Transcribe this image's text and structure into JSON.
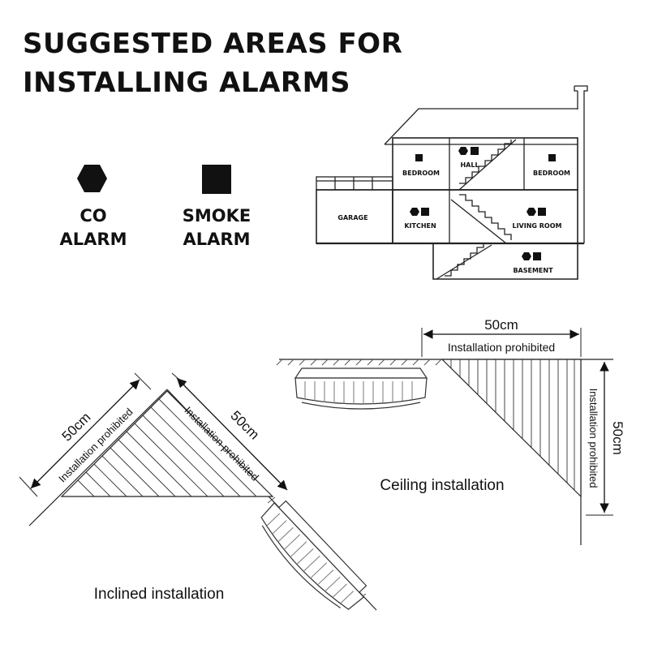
{
  "title": "SUGGESTED AREAS FOR INSTALLING ALARMS",
  "legend": {
    "co": "CO ALARM",
    "smoke": "SMOKE ALARM"
  },
  "rooms": {
    "bedroom_left": "BEDROOM",
    "hall": "HALL",
    "bedroom_right": "BEDROOM",
    "garage": "GARAGE",
    "kitchen": "KITCHEN",
    "living_room": "LIVING ROOM",
    "basement": "BASEMENT"
  },
  "ceiling": {
    "width_label": "50cm",
    "width_note": "Installation prohibited",
    "height_label": "50cm",
    "height_note": "Installation prohibited",
    "caption": "Ceiling installation"
  },
  "inclined": {
    "left_label": "50cm",
    "left_note": "Installation prohibited",
    "right_label": "50cm",
    "right_note": "Installation prohibited",
    "caption": "Inclined installation"
  }
}
